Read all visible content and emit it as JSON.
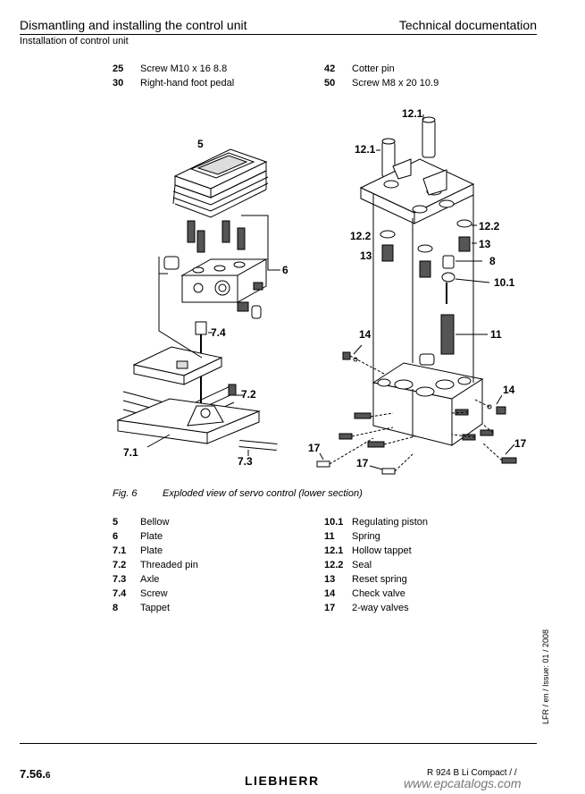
{
  "header": {
    "title": "Dismantling and installing the control unit",
    "right": "Technical documentation",
    "subtitle": "Installation of control unit"
  },
  "top_parts": [
    {
      "num": "25",
      "name": "Screw M10 x 16 8.8"
    },
    {
      "num": "30",
      "name": "Right-hand foot pedal"
    },
    {
      "num": "42",
      "name": "Cotter pin"
    },
    {
      "num": "50",
      "name": "Screw M8 x 20 10.9"
    }
  ],
  "figure": {
    "caption_label": "Fig. 6",
    "caption_text": "Exploded view of servo control (lower section)",
    "callouts": {
      "c5": "5",
      "c6": "6",
      "c7_4": "7.4",
      "c7_2": "7.2",
      "c7_1": "7.1",
      "c7_3": "7.3",
      "c12_1a": "12.1",
      "c12_1b": "12.1",
      "c12_2a": "12.2",
      "c12_2b": "12.2",
      "c13a": "13",
      "c13b": "13",
      "c8": "8",
      "c10_1": "10.1",
      "c11": "11",
      "c14a": "14",
      "c14b": "14",
      "c17a": "17",
      "c17b": "17",
      "c17c": "17"
    }
  },
  "legend_left": [
    {
      "num": "5",
      "name": "Bellow"
    },
    {
      "num": "6",
      "name": "Plate"
    },
    {
      "num": "7.1",
      "name": "Plate"
    },
    {
      "num": "7.2",
      "name": "Threaded pin"
    },
    {
      "num": "7.3",
      "name": "Axle"
    },
    {
      "num": "7.4",
      "name": "Screw"
    },
    {
      "num": "8",
      "name": "Tappet"
    }
  ],
  "legend_right": [
    {
      "num": "10.1",
      "name": "Regulating piston"
    },
    {
      "num": "11",
      "name": "Spring"
    },
    {
      "num": "12.1",
      "name": "Hollow tappet"
    },
    {
      "num": "12.2",
      "name": "Seal"
    },
    {
      "num": "13",
      "name": "Reset spring"
    },
    {
      "num": "14",
      "name": "Check valve"
    },
    {
      "num": "17",
      "name": "2-way valves"
    }
  ],
  "side_text": "LFR / en / Issue: 01 / 2008",
  "footer": {
    "page_main": "7.56.",
    "page_sub": "6",
    "logo": "LIEBHERR",
    "model": "R 924 B Li Compact / /",
    "watermark": "www.epcatalogs.com"
  }
}
